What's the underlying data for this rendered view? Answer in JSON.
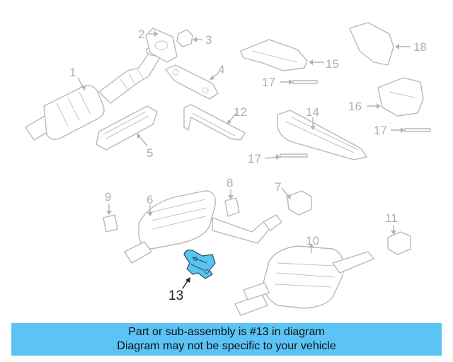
{
  "diagram": {
    "callouts": [
      "1",
      "2",
      "3",
      "4",
      "5",
      "6",
      "7",
      "8",
      "9",
      "10",
      "11",
      "12",
      "13",
      "14",
      "15",
      "16",
      "17",
      "18"
    ],
    "highlighted_part": "13",
    "highlight_color": "#58c4f0"
  },
  "banner": {
    "line1": "Part or sub-assembly is #13 in diagram",
    "line2": "Diagram may not be specific to your vehicle",
    "background": "#5bc3f5"
  }
}
